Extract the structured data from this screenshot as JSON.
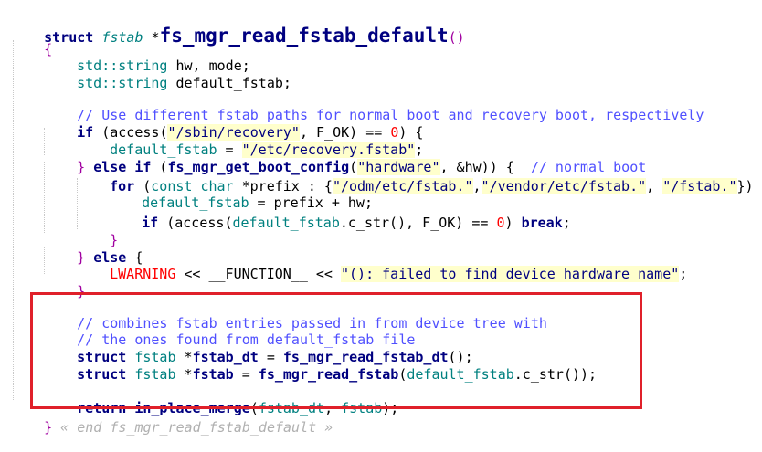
{
  "editor": {
    "line1": {
      "kw_struct": "struct",
      "type_fstab": "fstab",
      "star": " *",
      "func_name": "fs_mgr_read_fstab_default",
      "parens": "()"
    },
    "line2": {
      "brace": "{"
    },
    "line3": {
      "type": "std::string",
      "rest": " hw, mode;"
    },
    "line4": {
      "type": "std::string",
      "rest": " default_fstab;"
    },
    "line6": {
      "comment": "// Use different fstab paths for normal boot and recovery boot, respectively"
    },
    "line7": {
      "kw_if": "if",
      "p1": " (",
      "fn_access": "access",
      "p2": "(",
      "str": "\"/sbin/recovery\"",
      "p3": ", F_OK) == ",
      "num": "0",
      "p4": ") {"
    },
    "line8": {
      "var": "default_fstab",
      "eq": " = ",
      "str": "\"/etc/recovery.fstab\"",
      "semi": ";"
    },
    "line9": {
      "brace": "} ",
      "kw_else": "else",
      "sp": " ",
      "kw_if": "if",
      "p1": " (",
      "fn": "fs_mgr_get_boot_config",
      "p2": "(",
      "str": "\"hardware\"",
      "p3": ", &hw)) {  ",
      "comment": "// normal boot"
    },
    "line10": {
      "kw_for": "for",
      "p1": " (",
      "kw_const": "const",
      "sp": " ",
      "kw_char": "char",
      "p2": " *prefix : {",
      "s1": "\"/odm/etc/fstab.\"",
      "c1": ",",
      "s2": "\"/vendor/etc/fstab.\"",
      "c2": ", ",
      "s3": "\"/fstab.\"",
      "p3": "}) {"
    },
    "line11": {
      "var": "default_fstab",
      "rest": " = prefix + hw;"
    },
    "line12": {
      "kw_if": "if",
      "p1": " (",
      "fn": "access",
      "p2": "(",
      "var": "default_fstab",
      "p3": ".c_str(), F_OK) == ",
      "num": "0",
      "p4": ") ",
      "kw_break": "break",
      "semi": ";"
    },
    "line13": {
      "brace": "}"
    },
    "line14": {
      "brace": "} ",
      "kw_else": "else",
      "rest": " {"
    },
    "line15": {
      "macro": "LWARNING",
      "p1": " << __FUNCTION__ << ",
      "str": "\"(): failed to find device hardware name\"",
      "semi": ";"
    },
    "line16": {
      "brace": "}"
    },
    "line18": {
      "comment": "// combines fstab entries passed in from device tree with"
    },
    "line19": {
      "comment": "// the ones found from default_fstab file"
    },
    "line20": {
      "kw_struct": "struct",
      "sp": " ",
      "type": "fstab",
      "star": " *",
      "var": "fstab_dt",
      "eq": " = ",
      "fn": "fs_mgr_read_fstab_dt",
      "tail": "();"
    },
    "line21": {
      "kw_struct": "struct",
      "sp": " ",
      "type": "fstab",
      "star": " *",
      "var": "fstab",
      "eq": " = ",
      "fn": "fs_mgr_read_fstab",
      "p1": "(",
      "arg": "default_fstab",
      "tail": ".c_str());"
    },
    "line23": {
      "kw_return": "return",
      "sp": " ",
      "fn": "in_place_merge",
      "p1": "(",
      "a1": "fstab_dt",
      "c": ", ",
      "a2": "fstab",
      "tail": ");"
    },
    "line24": {
      "brace": "}",
      "fold": " « end fs_mgr_read_fstab_default »"
    }
  },
  "colors": {
    "keyword": "#00007f",
    "type": "#008080",
    "comment": "#5050ff",
    "string_bg": "#ffffcc",
    "number": "#ff0000",
    "highlight_border": "#e0202a"
  }
}
